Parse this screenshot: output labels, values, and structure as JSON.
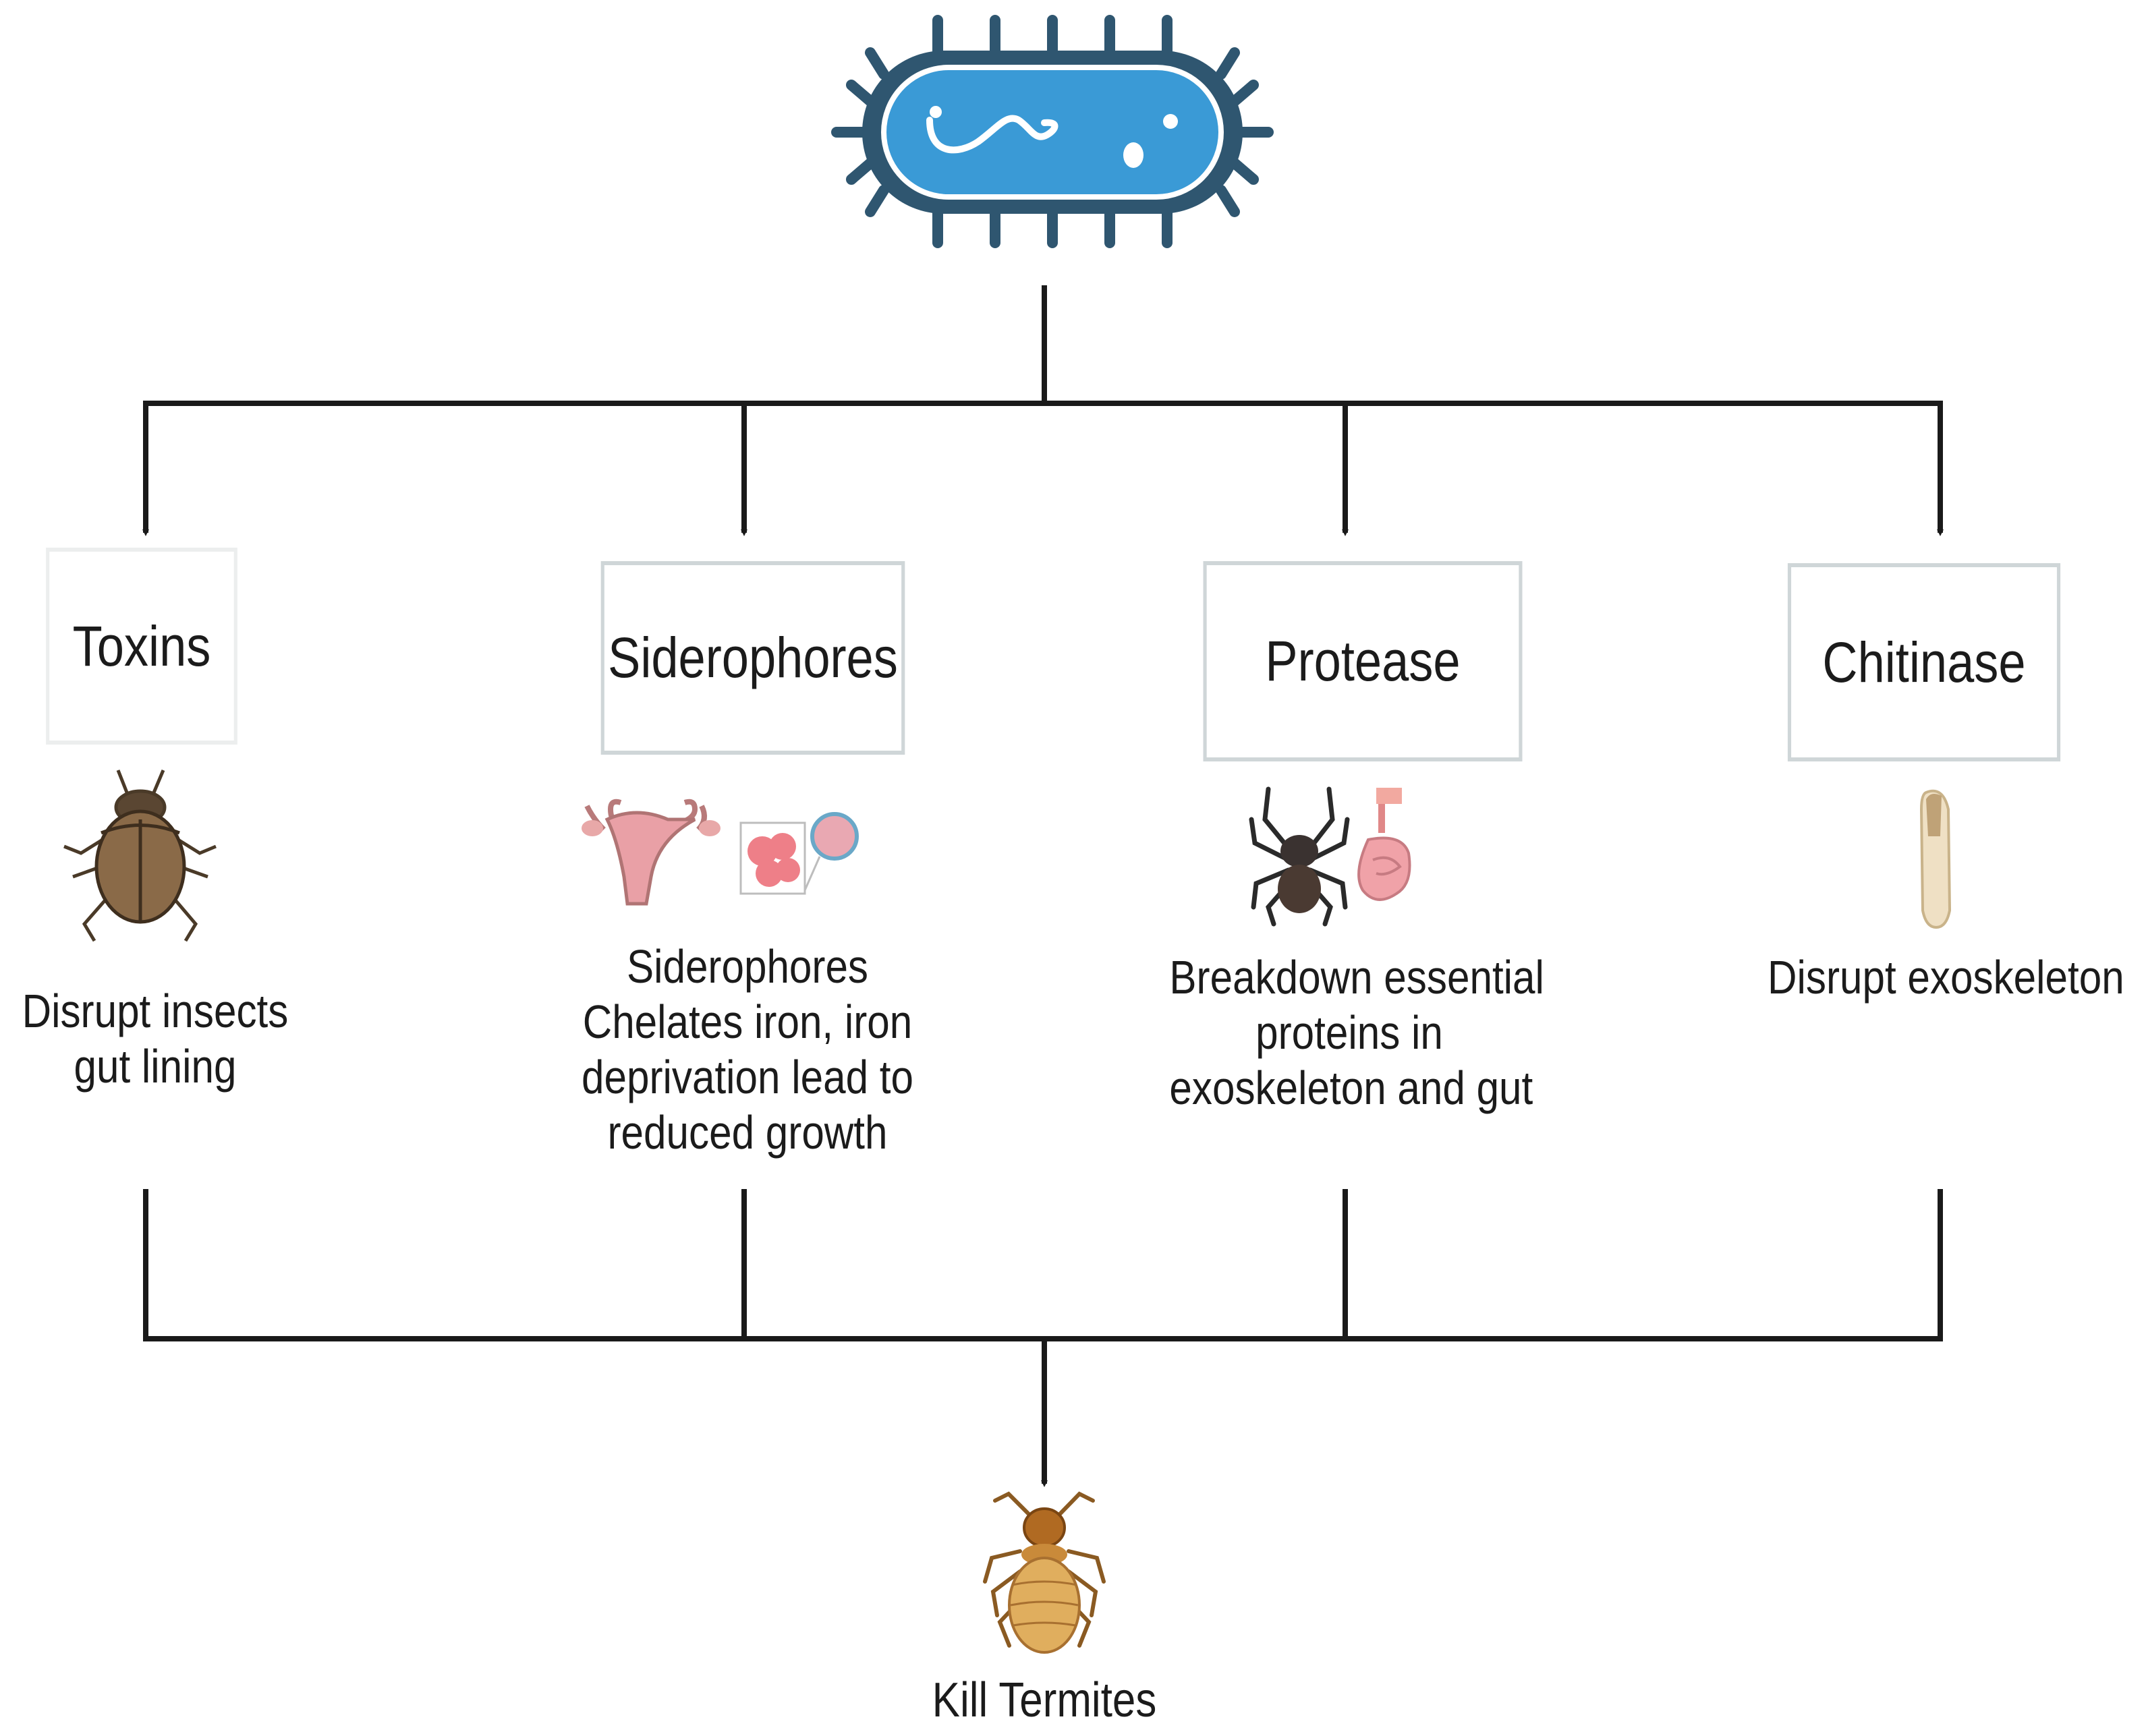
{
  "source": {
    "icon": "bacterium-icon"
  },
  "mechanisms": [
    {
      "id": "toxins",
      "label": "Toxins",
      "icon": "beetle-icon",
      "description_lines": [
        "Disrupt insects",
        "gut lining"
      ]
    },
    {
      "id": "siderophores",
      "label": "Siderophores",
      "icon": "reproductive-organ-and-cells-icon",
      "description_lines": [
        "Siderophores",
        "Chelates iron, iron",
        "deprivation lead to",
        "reduced growth"
      ]
    },
    {
      "id": "protease",
      "label": "Protease",
      "icon": "spider-and-gut-icon",
      "description_lines": [
        "Breakdown essential",
        "proteins in",
        "exoskeleton and gut"
      ]
    },
    {
      "id": "chitinase",
      "label": "Chitinase",
      "icon": "larva-icon",
      "description_lines": [
        "Disrupt exoskeleton"
      ]
    }
  ],
  "outcome": {
    "label": "Kill Termites",
    "icon": "termite-icon"
  },
  "colors": {
    "bacterium_outline": "#2f5670",
    "bacterium_fill": "#3a9ad6",
    "arrow": "#1a1a1a",
    "box_border": "#cfd6d8"
  }
}
